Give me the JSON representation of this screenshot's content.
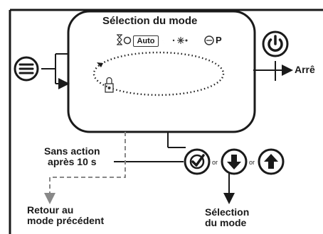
{
  "title": "Sélection du mode",
  "mode_strip": {
    "auto_label": "Auto",
    "p_label": "P",
    "icons": [
      "hourglass-icon",
      "sun-icon",
      "moon-icon",
      "snowflake-icon",
      "clock-icon",
      "lock-icon"
    ]
  },
  "labels": {
    "stop": "Arrê",
    "no_action_line1": "Sans action",
    "no_action_line2": "après 10 s",
    "return_line1": "Retour au",
    "return_line2": "mode précédent",
    "selection_line1": "Sélection",
    "selection_line2": "du mode",
    "or_1": "or",
    "or_2": "or"
  },
  "buttons": [
    "menu-button",
    "power-button",
    "ok-button",
    "down-button",
    "up-button"
  ]
}
